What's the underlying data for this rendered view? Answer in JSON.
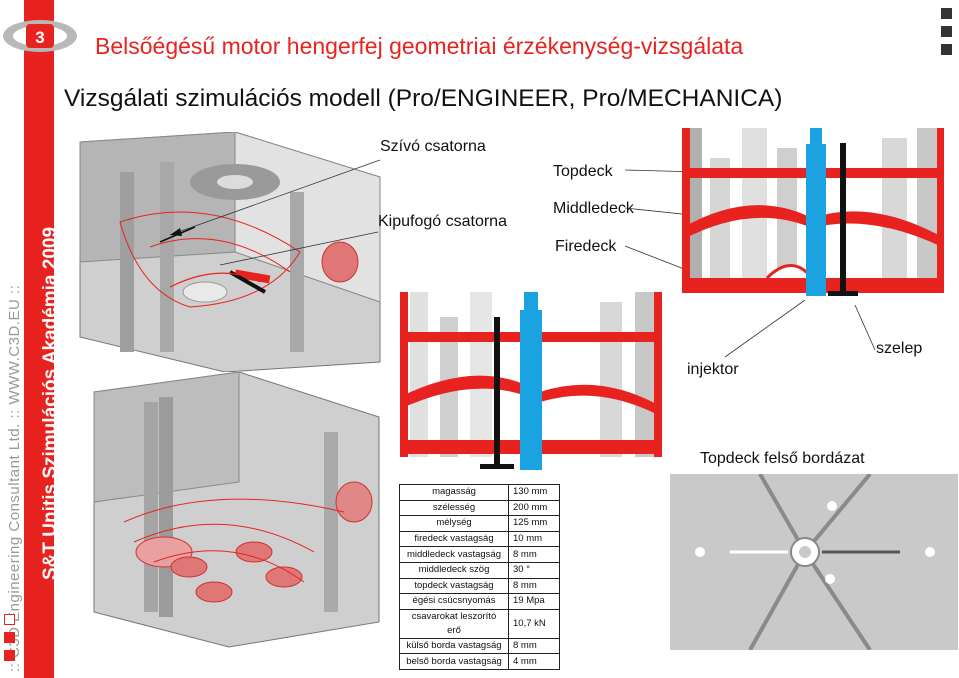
{
  "header": {
    "title": "Belsőégésű motor hengerfej geometriai érzékenység-vizsgálata",
    "subtitle": "Vizsgálati szimulációs modell (Pro/ENGINEER, Pro/MECHANICA)"
  },
  "sidebar": {
    "academy": "S&T Unitis Szimulációs Akadémia 2009",
    "company": ":: C3D Engineering Consultant Ltd. :: WWW.C3D.EU ::"
  },
  "labels": {
    "intake": "Szívó csatorna",
    "exhaust": "Kipufogó csatorna",
    "topdeck": "Topdeck",
    "middledeck": "Middledeck",
    "firedeck": "Firedeck",
    "injector": "injektor",
    "valve": "szelep",
    "ribs": "Topdeck felső bordázat"
  },
  "table": {
    "rows": [
      {
        "k": "magasság",
        "v": "130 mm"
      },
      {
        "k": "szélesség",
        "v": "200 mm"
      },
      {
        "k": "mélység",
        "v": "125 mm"
      },
      {
        "k": "firedeck vastagság",
        "v": "10 mm"
      },
      {
        "k": "middledeck vastagság",
        "v": "8 mm"
      },
      {
        "k": "middledeck szög",
        "v": "30 °"
      },
      {
        "k": "topdeck vastagság",
        "v": "8 mm"
      },
      {
        "k": "égési csúcsnyomás",
        "v": "19 Mpa"
      },
      {
        "k": "csavarokat leszorító erő",
        "v": "10,7 kN"
      },
      {
        "k": "külső borda vastagság",
        "v": "8 mm"
      },
      {
        "k": "belső borda vastagság",
        "v": "4 mm"
      }
    ]
  },
  "colors": {
    "accent": "#e8231f",
    "injector": "#1aa3e0",
    "ink": "#111111"
  }
}
